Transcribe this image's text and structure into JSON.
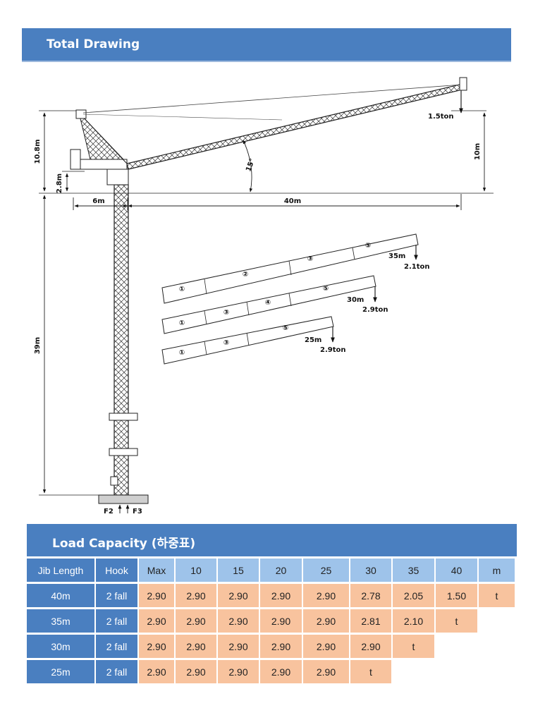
{
  "section1": {
    "title": "Total Drawing"
  },
  "drawing": {
    "dims": {
      "d108": "10.8m",
      "d28": "2.8m",
      "d39": "39m",
      "d10": "10m",
      "d6": "6m",
      "d40": "40m",
      "angle": "15°"
    },
    "loads": {
      "tip": "1.5ton",
      "f2": "F2",
      "f3": "F3"
    },
    "jibs": [
      {
        "len": "35m",
        "ton": "2.1ton",
        "sections": [
          "①",
          "②",
          "③",
          "⑤"
        ]
      },
      {
        "len": "30m",
        "ton": "2.9ton",
        "sections": [
          "①",
          "③",
          "④",
          "⑤"
        ]
      },
      {
        "len": "25m",
        "ton": "2.9ton",
        "sections": [
          "①",
          "③",
          "⑤"
        ]
      }
    ]
  },
  "section2": {
    "title": "Load Capacity (하중표)"
  },
  "table": {
    "col_jib": "Jib Length",
    "col_hook": "Hook",
    "radii": [
      "Max",
      "10",
      "15",
      "20",
      "25",
      "30",
      "35",
      "40",
      "m"
    ],
    "rows": [
      {
        "jib": "40m",
        "hook": "2 fall",
        "values": [
          "2.90",
          "2.90",
          "2.90",
          "2.90",
          "2.90",
          "2.78",
          "2.05",
          "1.50",
          "t"
        ]
      },
      {
        "jib": "35m",
        "hook": "2 fall",
        "values": [
          "2.90",
          "2.90",
          "2.90",
          "2.90",
          "2.90",
          "2.81",
          "2.10",
          "t"
        ]
      },
      {
        "jib": "30m",
        "hook": "2 fall",
        "values": [
          "2.90",
          "2.90",
          "2.90",
          "2.90",
          "2.90",
          "2.90",
          "t"
        ]
      },
      {
        "jib": "25m",
        "hook": "2 fall",
        "values": [
          "2.90",
          "2.90",
          "2.90",
          "2.90",
          "2.90",
          "t"
        ]
      }
    ]
  }
}
